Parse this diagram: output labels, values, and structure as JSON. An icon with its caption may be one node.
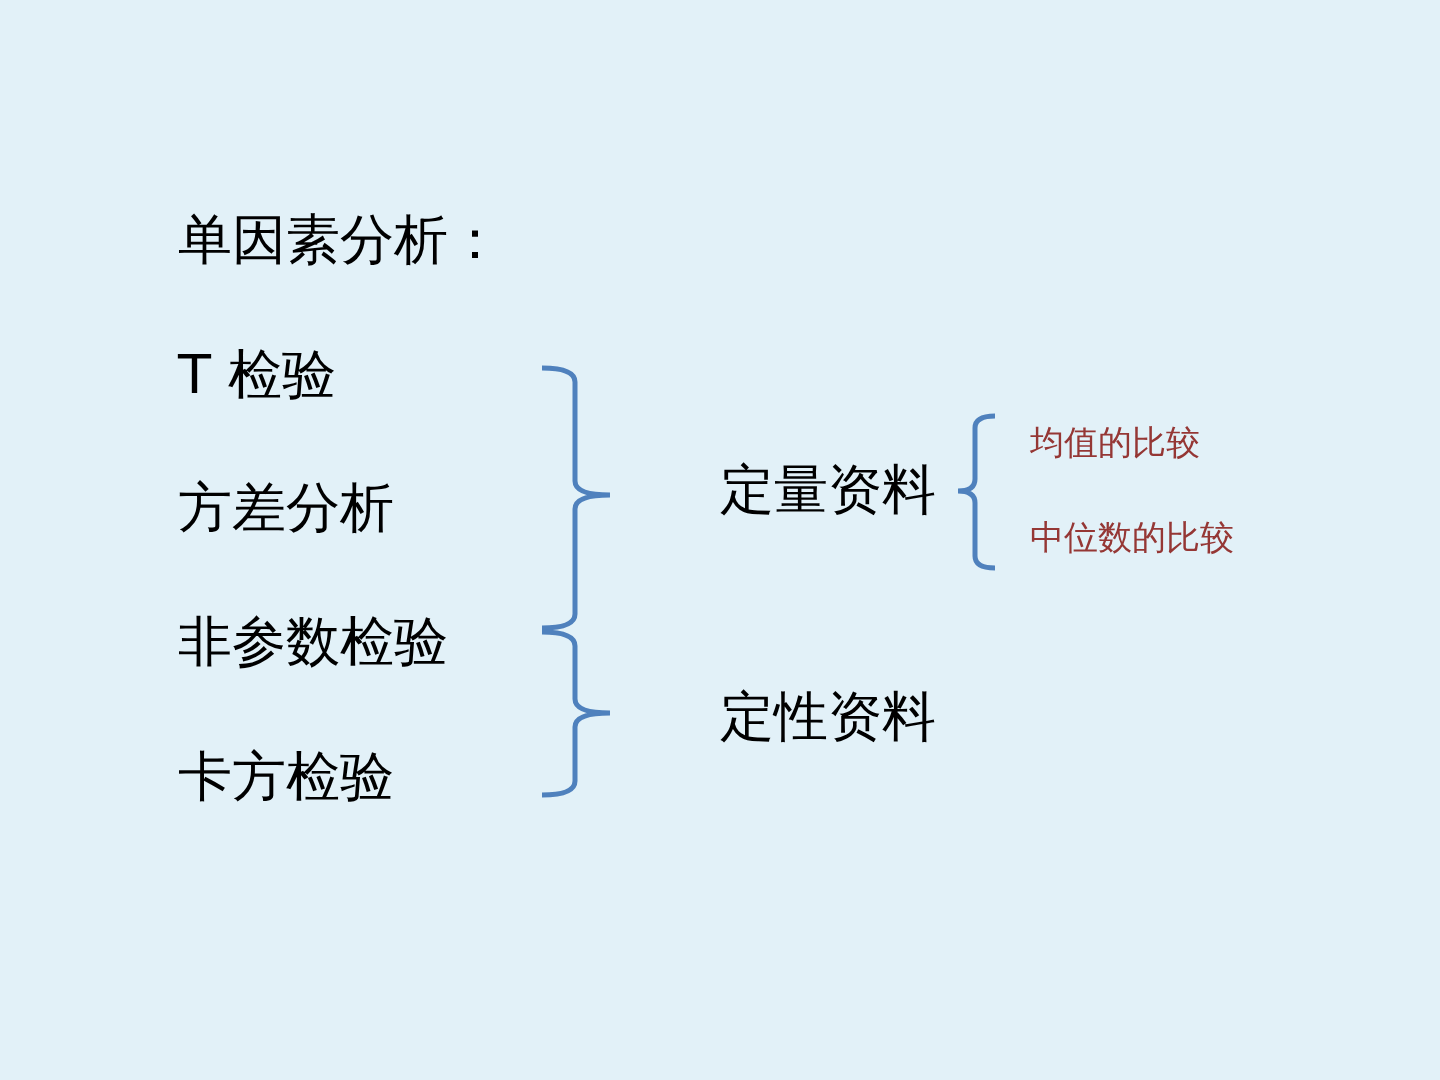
{
  "diagram": {
    "title": "单因素分析：",
    "labels": [
      "T 检验",
      "方差分析",
      "非参数检验",
      "卡方检验",
      "定量资料",
      "定性资料",
      "均值的比较",
      "中位数的比较"
    ]
  }
}
